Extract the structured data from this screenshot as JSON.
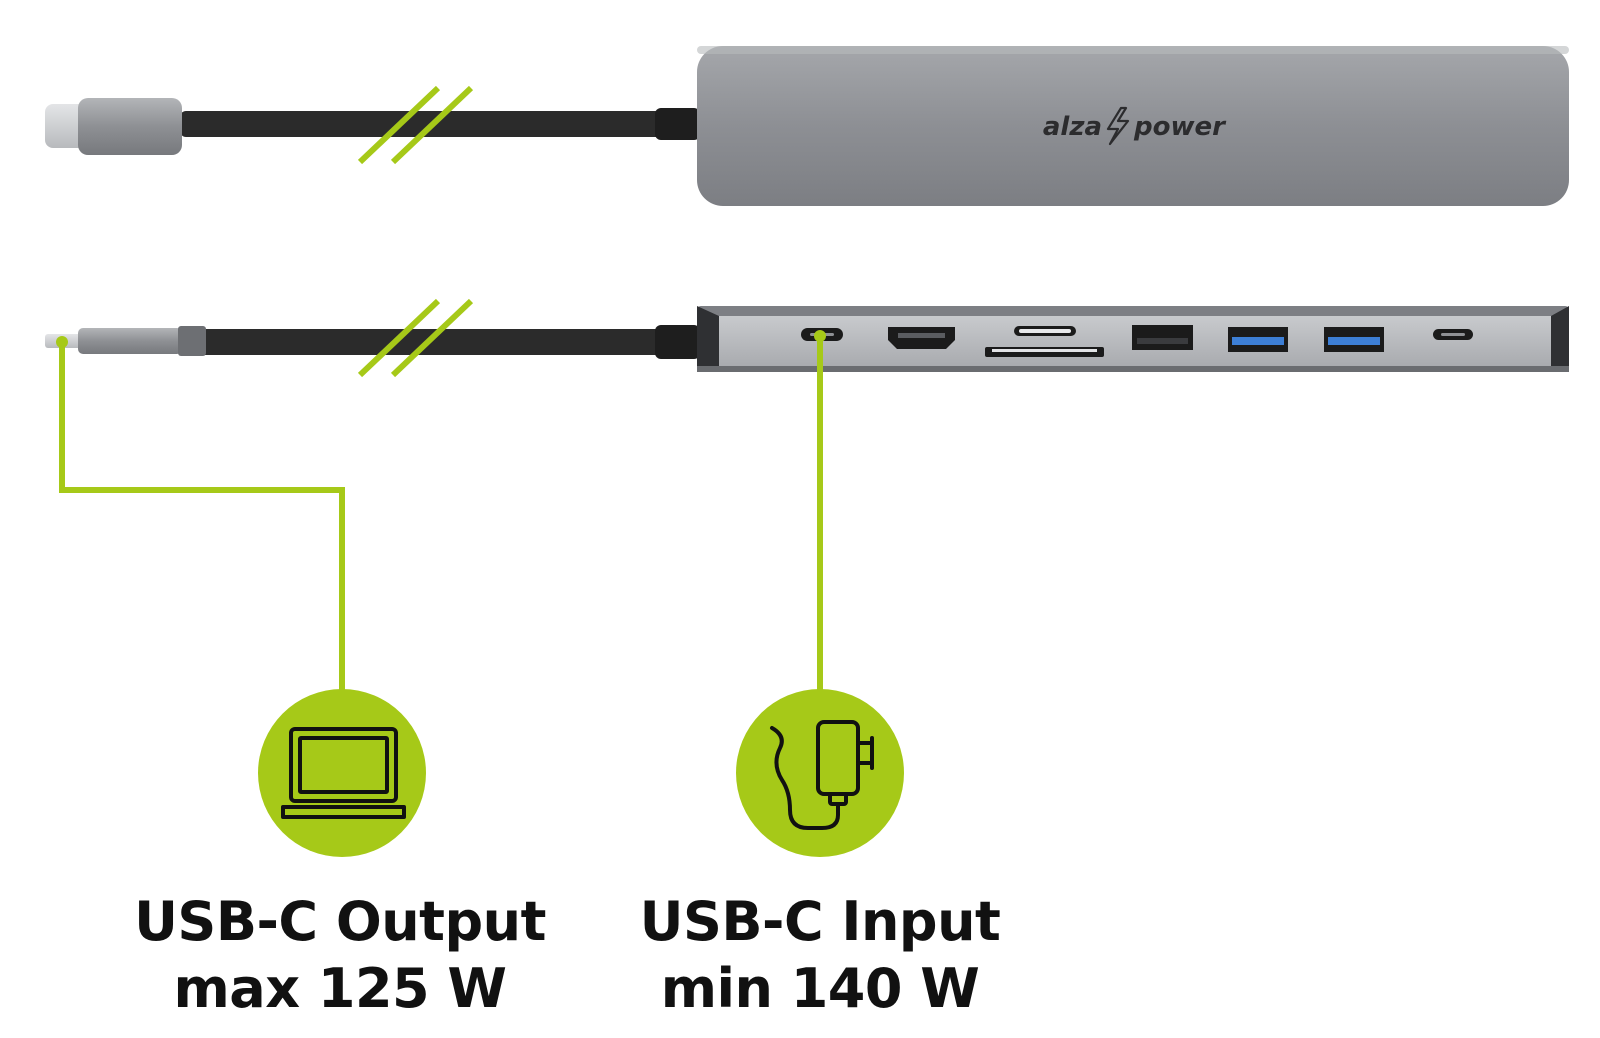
{
  "brand": {
    "part1": "alza",
    "part2": "power",
    "bolt_icon": "lightning-bolt-icon"
  },
  "callouts": [
    {
      "icon": "laptop-icon",
      "line1": "USB-C Output",
      "line2": "max 125 W"
    },
    {
      "icon": "power-adapter-icon",
      "line1": "USB-C Input",
      "line2": "min 140 W"
    }
  ],
  "ports": [
    "usb-c-port",
    "hdmi-port",
    "sd-card-slot",
    "usb-a-port",
    "usb-a-3-port",
    "usb-a-3-port",
    "usb-c-port"
  ],
  "colors": {
    "accent": "#a6c918",
    "hub_body": "#8e9095",
    "hub_front": "#b9bbbf",
    "cable": "#2a2a2a",
    "usb3_blue": "#3d7fd6",
    "text": "#111111"
  }
}
